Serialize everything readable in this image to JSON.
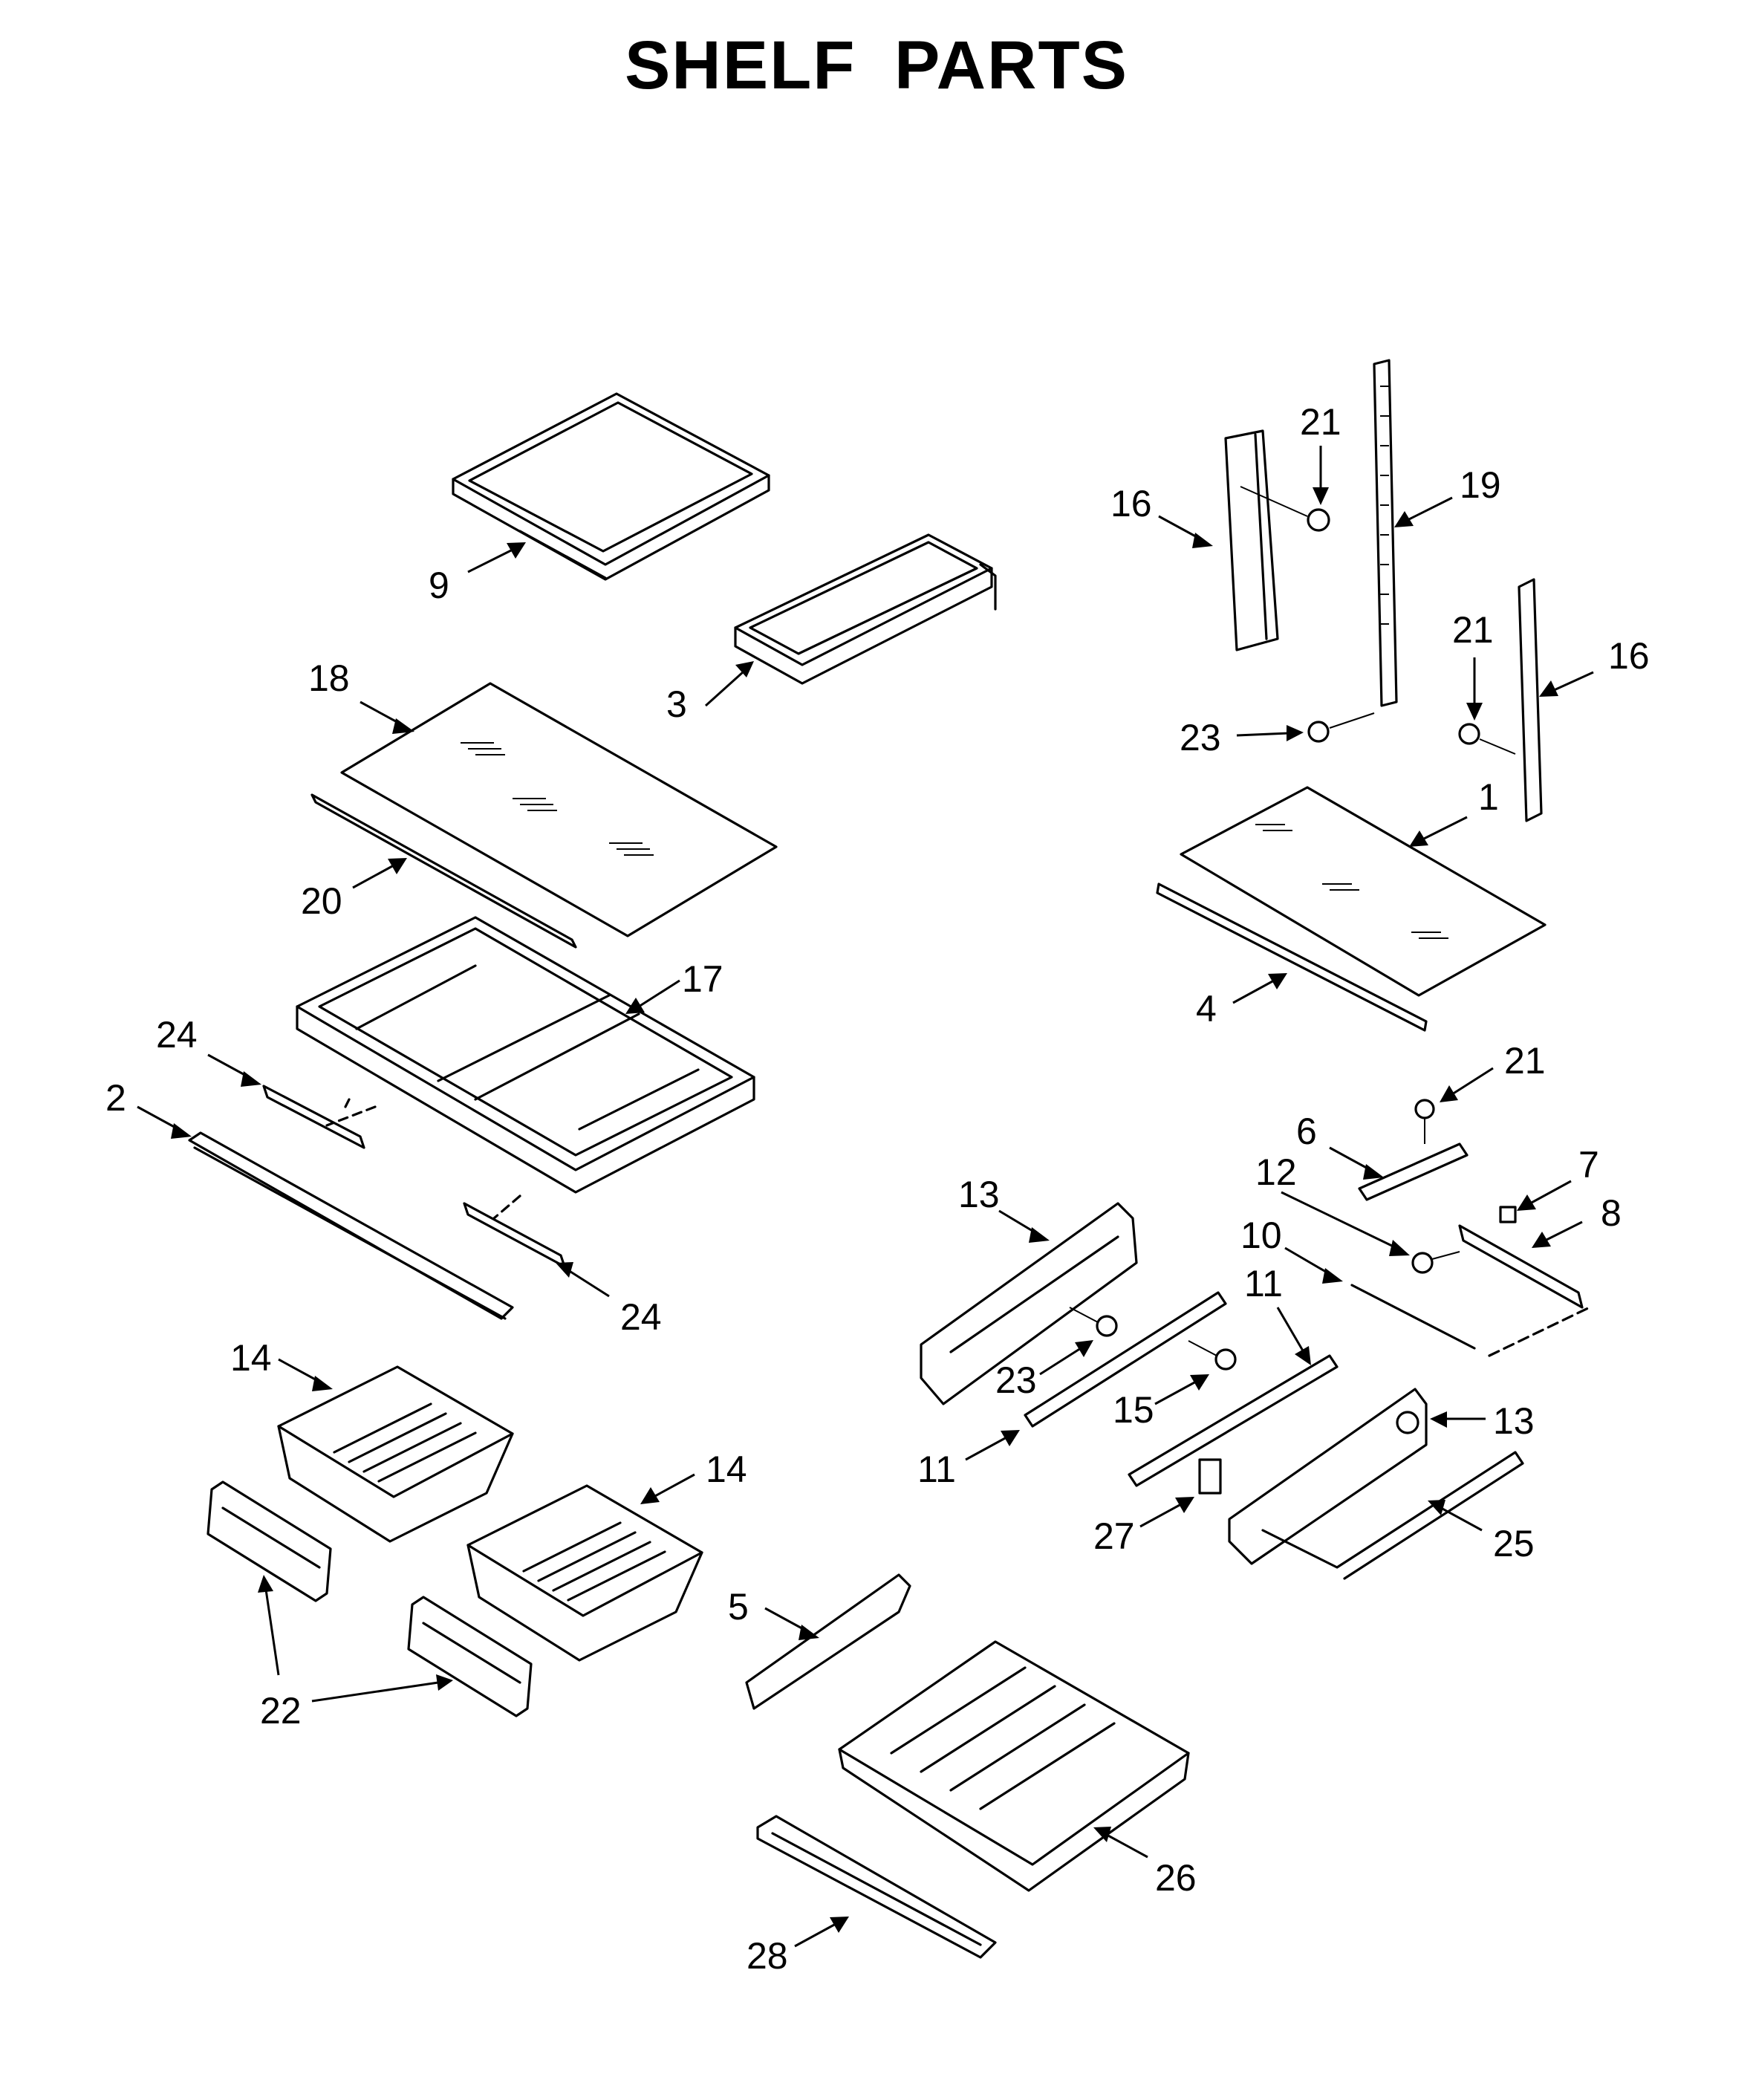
{
  "title": "SHELF PARTS",
  "callouts": [
    {
      "id": "9",
      "text": "9"
    },
    {
      "id": "3",
      "text": "3"
    },
    {
      "id": "18",
      "text": "18"
    },
    {
      "id": "20",
      "text": "20"
    },
    {
      "id": "17",
      "text": "17"
    },
    {
      "id": "24a",
      "text": "24"
    },
    {
      "id": "2",
      "text": "2"
    },
    {
      "id": "24b",
      "text": "24"
    },
    {
      "id": "14a",
      "text": "14"
    },
    {
      "id": "14b",
      "text": "14"
    },
    {
      "id": "22",
      "text": "22"
    },
    {
      "id": "5",
      "text": "5"
    },
    {
      "id": "26",
      "text": "26"
    },
    {
      "id": "28",
      "text": "28"
    },
    {
      "id": "16a",
      "text": "16"
    },
    {
      "id": "21a",
      "text": "21"
    },
    {
      "id": "19",
      "text": "19"
    },
    {
      "id": "21b",
      "text": "21"
    },
    {
      "id": "16b",
      "text": "16"
    },
    {
      "id": "23a",
      "text": "23"
    },
    {
      "id": "1",
      "text": "1"
    },
    {
      "id": "4",
      "text": "4"
    },
    {
      "id": "21c",
      "text": "21"
    },
    {
      "id": "6",
      "text": "6"
    },
    {
      "id": "12",
      "text": "12"
    },
    {
      "id": "7",
      "text": "7"
    },
    {
      "id": "8",
      "text": "8"
    },
    {
      "id": "10",
      "text": "10"
    },
    {
      "id": "11a",
      "text": "11"
    },
    {
      "id": "13a",
      "text": "13"
    },
    {
      "id": "23b",
      "text": "23"
    },
    {
      "id": "15",
      "text": "15"
    },
    {
      "id": "11b",
      "text": "11"
    },
    {
      "id": "13b",
      "text": "13"
    },
    {
      "id": "27",
      "text": "27"
    },
    {
      "id": "25",
      "text": "25"
    }
  ]
}
